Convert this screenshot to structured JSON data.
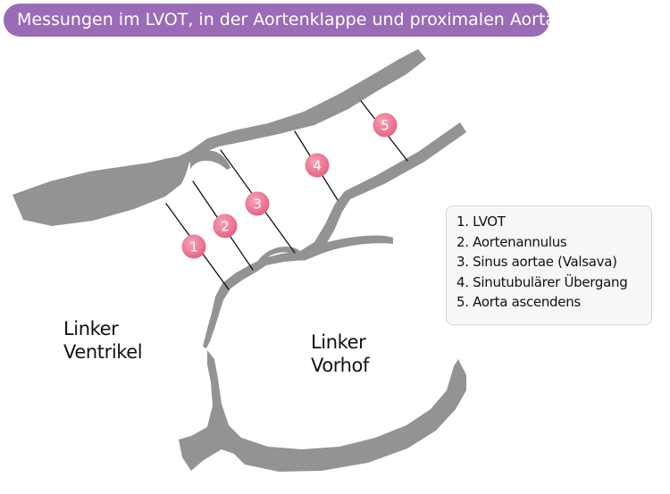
{
  "title": "Messungen im LVOT, in der Aortenklappe und proximalen Aorta",
  "labels": {
    "left_ventricle": [
      "Linker",
      "Ventrikel"
    ],
    "left_atrium": [
      "Linker",
      "Vorhof"
    ]
  },
  "markers": [
    {
      "number": "1"
    },
    {
      "number": "2"
    },
    {
      "number": "3"
    },
    {
      "number": "4"
    },
    {
      "number": "5"
    }
  ],
  "legend": {
    "items": [
      "1. LVOT",
      "2. Aortenannulus",
      "3. Sinus aortae (Valsava)",
      "4. Sinutubulärer Übergang",
      "5. Aorta ascendens"
    ]
  },
  "colors": {
    "title_background": "#9a6bb6",
    "anatomy_gray": "#939393",
    "marker_pink": "#ec6d8c",
    "measurement_line": "#111111"
  }
}
